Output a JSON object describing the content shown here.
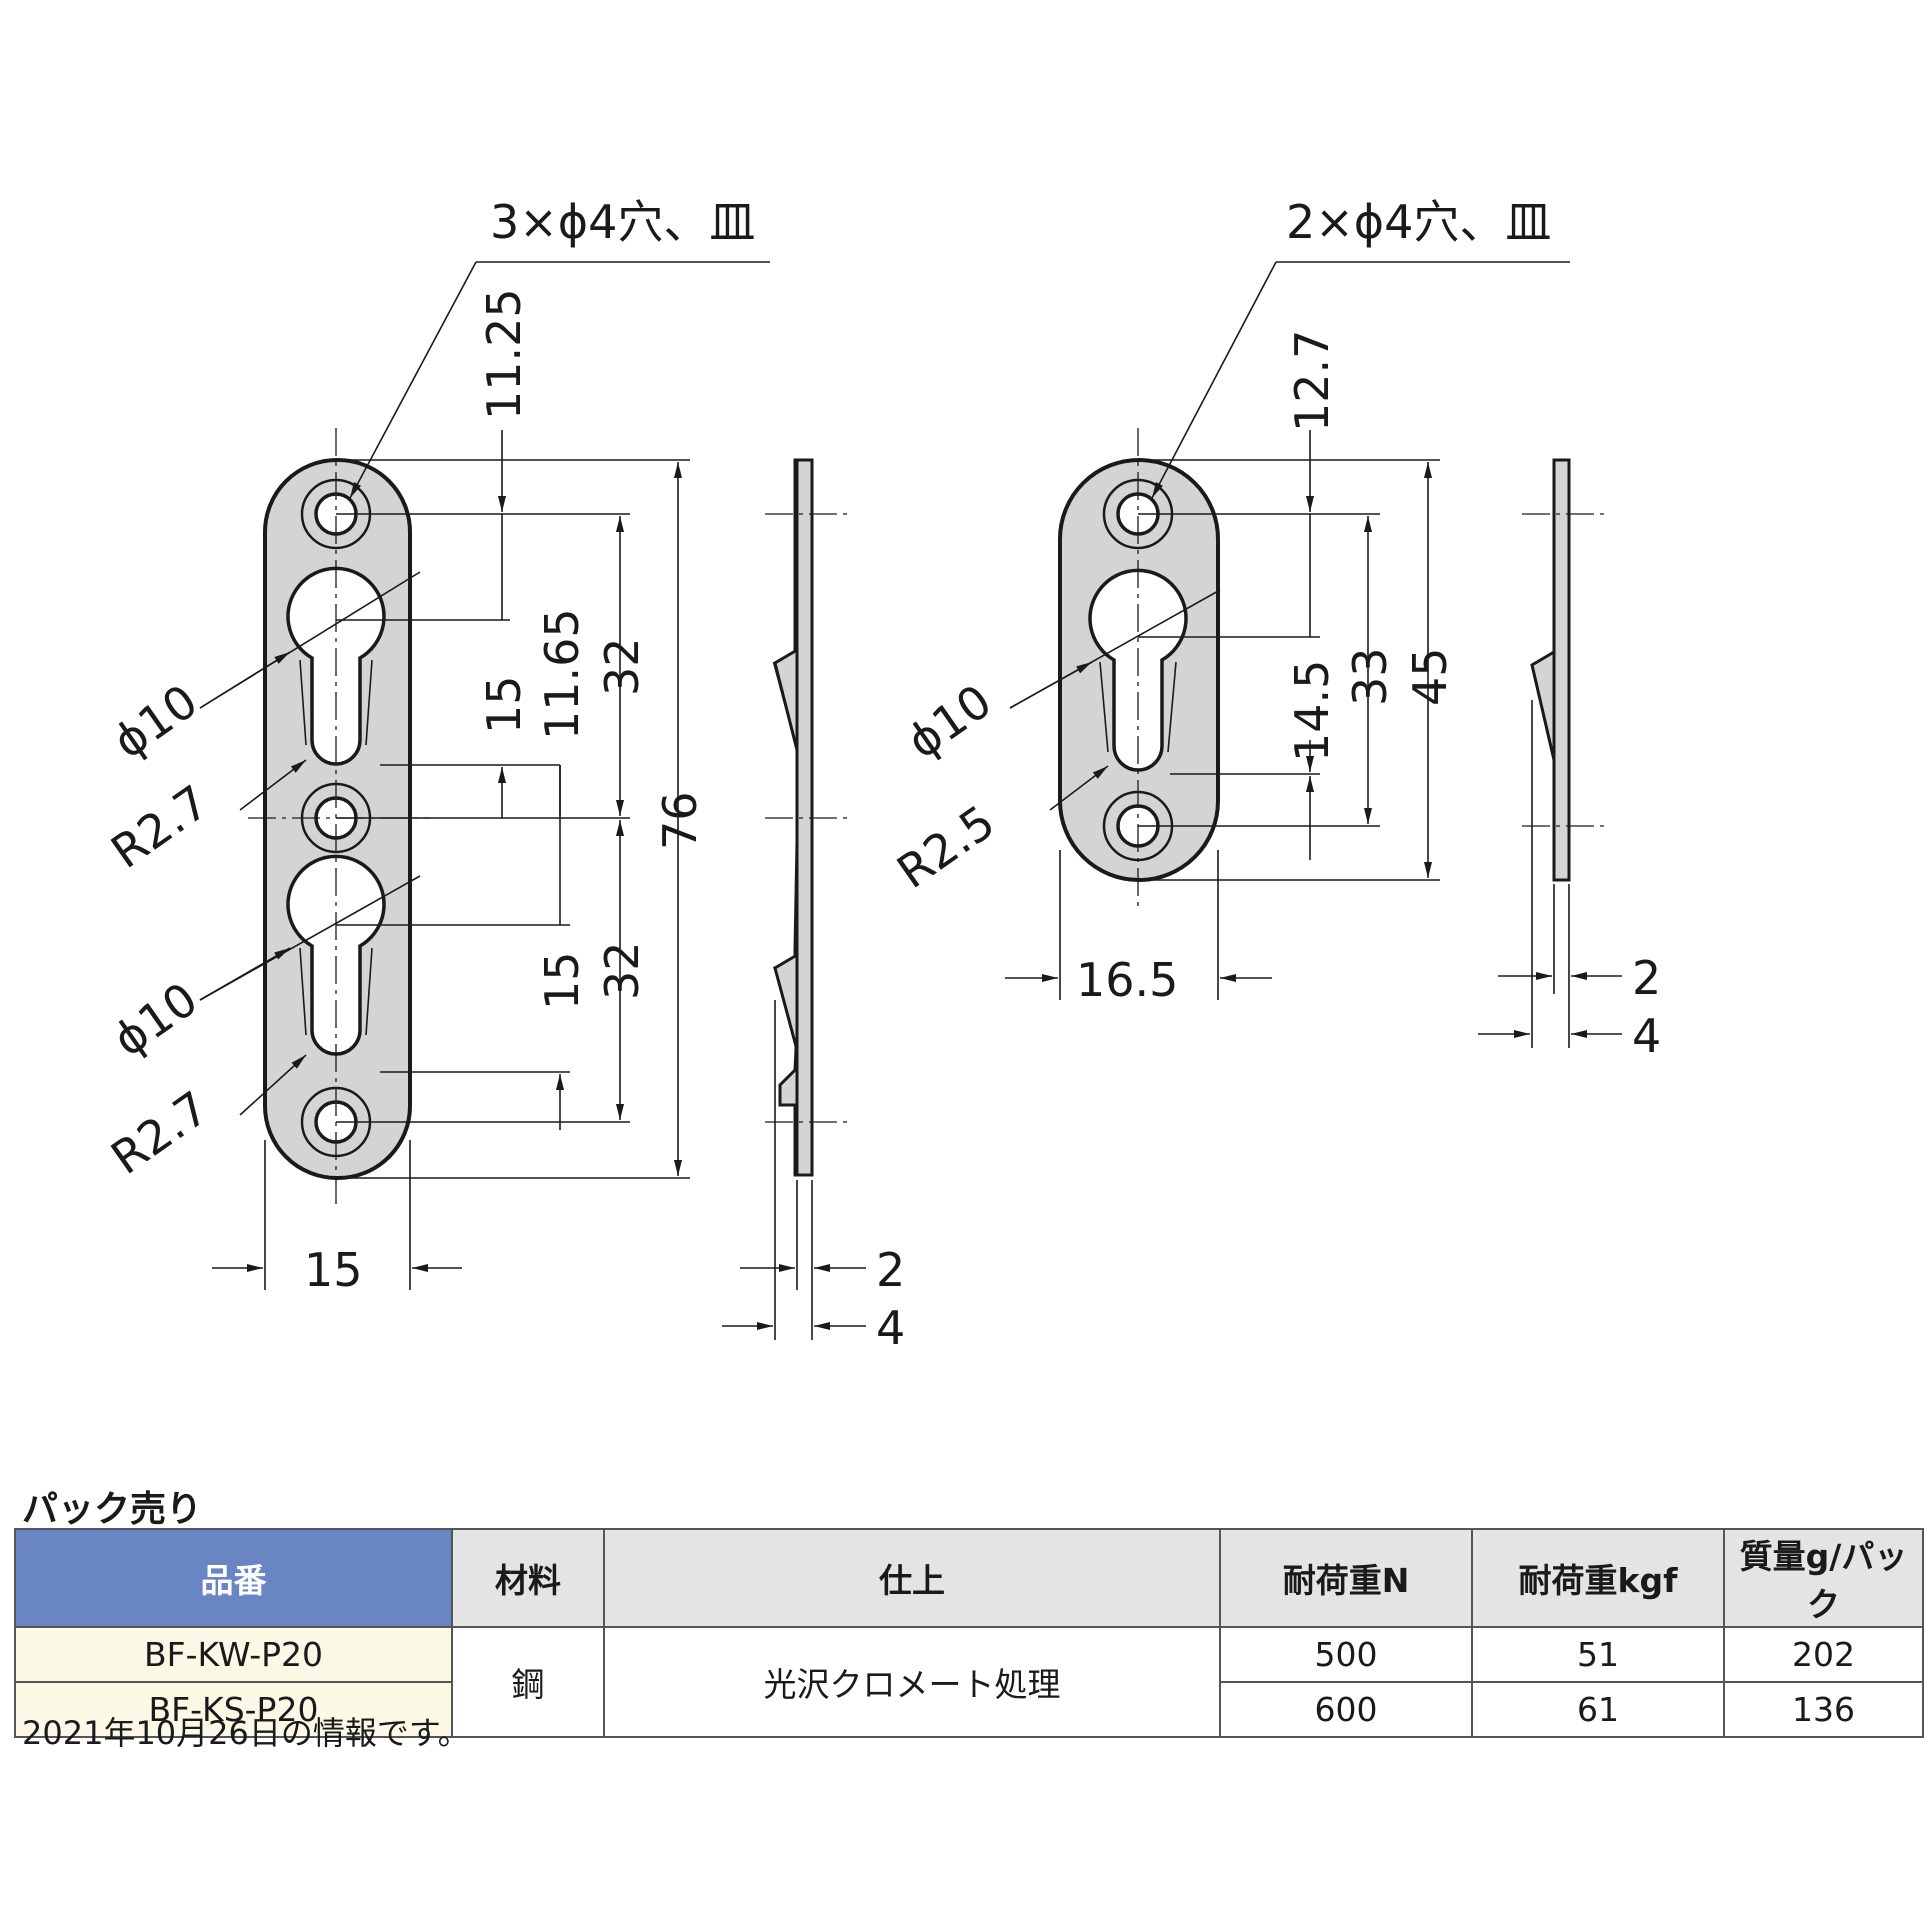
{
  "drawing": {
    "left_part": {
      "hole_note": "3×ϕ4穴、皿",
      "dims": {
        "top_offset": "11.25",
        "slot_offset": "11.65",
        "slot_len_upper": "15",
        "slot_len_lower": "15",
        "pitch_upper": "32",
        "pitch_lower": "32",
        "total_length": "76",
        "width": "15",
        "dia_upper": "ϕ10",
        "radius_upper": "R2.7",
        "dia_lower": "ϕ10",
        "radius_lower": "R2.7"
      },
      "side_dims": {
        "thickness": "2",
        "total_thickness": "4"
      }
    },
    "right_part": {
      "hole_note": "2×ϕ4穴、皿",
      "dims": {
        "top_offset": "12.7",
        "slot_len": "14.5",
        "pitch": "33",
        "total_length": "45",
        "width": "16.5",
        "dia": "ϕ10",
        "radius": "R2.5"
      },
      "side_dims": {
        "thickness": "2",
        "total_thickness": "4"
      }
    }
  },
  "pack_sale": {
    "title": "パック売り",
    "headers": [
      "品番",
      "材料",
      "仕上",
      "耐荷重N",
      "耐荷重kgf",
      "質量g/パック"
    ],
    "rows": [
      {
        "model": "BF-KW-P20",
        "load_n": "500",
        "load_kgf": "51",
        "mass": "202"
      },
      {
        "model": "BF-KS-P20",
        "load_n": "600",
        "load_kgf": "61",
        "mass": "136"
      }
    ],
    "material": "鋼",
    "finish": "光沢クロメート処理"
  },
  "note": "2021年10月26日の情報です。",
  "colors": {
    "part_fill": "#d4d4d4",
    "header_key_bg": "#6a85c4",
    "header_bg": "#e4e4e4",
    "key_cell_bg": "#fbf8e6"
  }
}
